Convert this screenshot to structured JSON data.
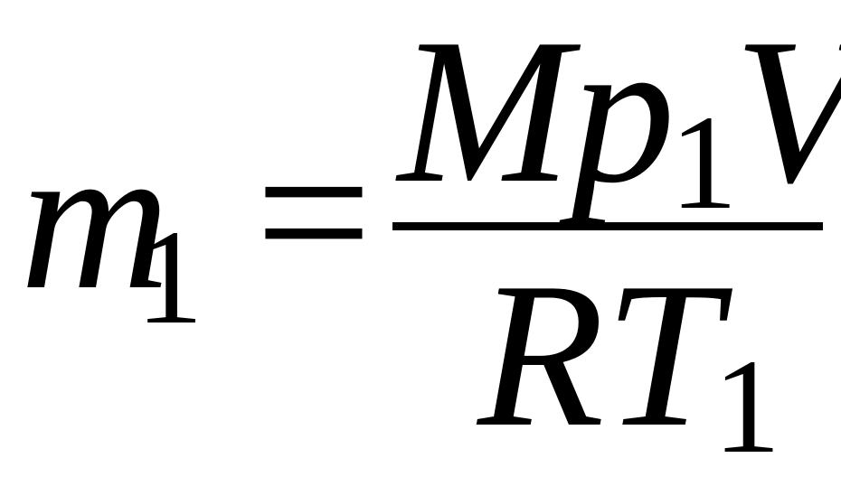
{
  "formula": {
    "lhs": {
      "symbol": "m",
      "subscript": "1"
    },
    "equals": "=",
    "numerator": {
      "M": "M",
      "p": "p",
      "p_subscript": "1",
      "V": "V"
    },
    "denominator": {
      "R": "R",
      "T": "T",
      "T_subscript": "1"
    }
  }
}
